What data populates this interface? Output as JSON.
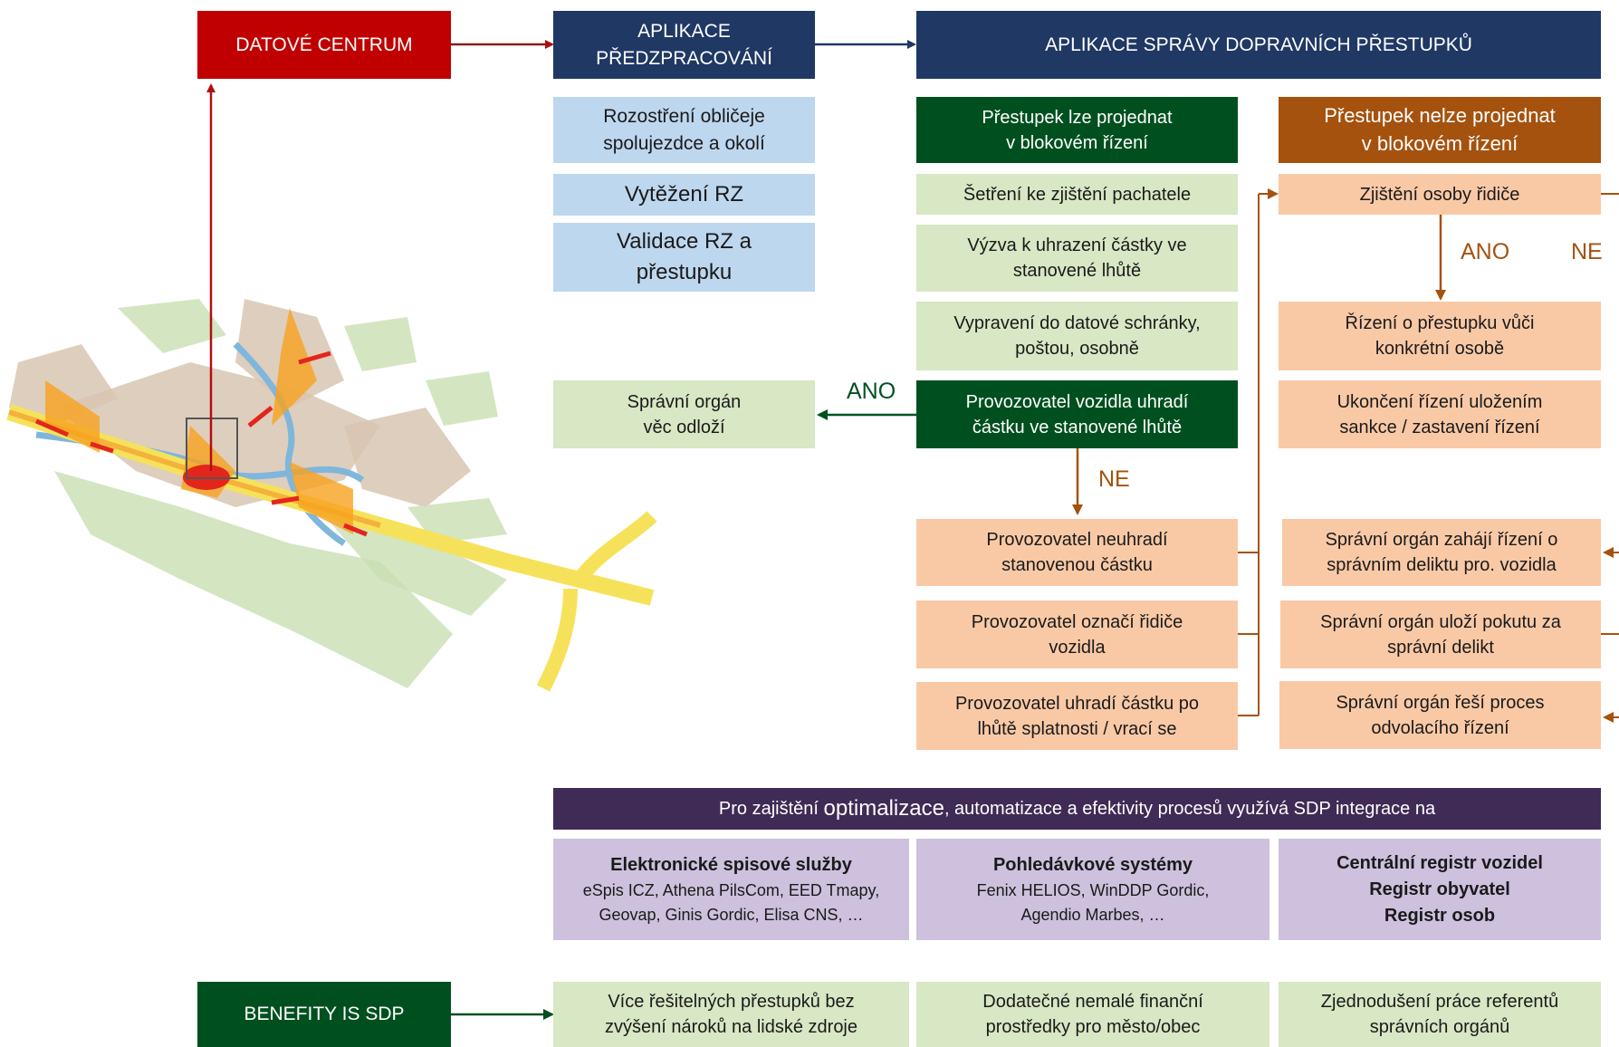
{
  "top": {
    "datacenter": "DATOVÉ CENTRUM",
    "preprocessing": [
      "APLIKACE",
      "PŘEDZPRACOVÁNÍ"
    ],
    "main_app": "APLIKACE SPRÁVY DOPRAVNÍCH PŘESTUPKŮ"
  },
  "preprocess_steps": {
    "blur": [
      "Rozostření obličeje",
      "spolujezdce a okolí"
    ],
    "extract": "Vytěžení RZ",
    "validate": [
      "Validace RZ a",
      "přestupku"
    ]
  },
  "block": {
    "header": [
      "Přestupek lze projednat",
      "v blokovém řízení"
    ],
    "investigation": "Šetření ke zjištění pachatele",
    "payment_call": [
      "Výzva k uhrazení částky ve",
      "stanovené lhůtě"
    ],
    "delivery": [
      "Vypravení do datové schránky,",
      "poštou, osobně"
    ],
    "operator_pays": [
      "Provozovatel vozidla uhradí",
      "částku ve stanovené lhůtě"
    ],
    "dismiss": [
      "Správní orgán",
      "věc odloží"
    ],
    "not_paid": [
      "Provozovatel neuhradí",
      "stanovenou částku"
    ],
    "marks_driver": [
      "Provozovatel označí řidiče",
      "vozidla"
    ],
    "late_payment": [
      "Provozovatel uhradí částku po",
      "lhůtě splatnosti / vrací se"
    ]
  },
  "nonblock": {
    "header": [
      "Přestupek nelze projednat",
      "v blokovém řízení"
    ],
    "identify_driver": "Zjištění osoby řidiče",
    "proceedings": [
      "Řízení o přestupku vůči",
      "konkrétní osobě"
    ],
    "end": [
      "Ukončení řízení uložením",
      "sankce / zastavení řízení"
    ],
    "start_delict": [
      "Správní orgán zahájí řízení o",
      "správním deliktu pro. vozidla"
    ],
    "fine": [
      "Správní orgán uloží pokutu za",
      "správní delikt"
    ],
    "appeal": [
      "Správní orgán řeší proces",
      "odvolacího řízení"
    ]
  },
  "labels": {
    "yes_left": "ANO",
    "no_mid": "NE",
    "yes_right": "ANO",
    "no_right": "NE"
  },
  "integration": {
    "banner_pre": "Pro zajištění ",
    "banner_em": "optimalizace",
    "banner_post": ", automatizace a efektivity procesů využívá SDP integrace na",
    "records_title": "Elektronické spisové služby",
    "records_items": [
      "eSpis ICZ, Athena PilsCom, EED Tmapy,",
      "Geovap, Ginis Gordic, Elisa CNS, …"
    ],
    "claims_title": "Pohledávkové systémy",
    "claims_items": [
      "Fenix HELIOS, WinDDP Gordic,",
      "Agendio Marbes, …"
    ],
    "registers": [
      "Centrální registr vozidel",
      "Registr obyvatel",
      "Registr osob"
    ]
  },
  "benefits": {
    "label": "BENEFITY IS SDP",
    "b1": [
      "Více řešitelných přestupků bez",
      "zvýšení nároků na lidské zdroje"
    ],
    "b2": [
      "Dodatečné nemalé finanční",
      "prostředky pro město/obec"
    ],
    "b3": [
      "Zjednodušení práce referentů",
      "správních orgánů"
    ]
  },
  "colors": {
    "red": "#c00000",
    "navy": "#1f3864",
    "green_dark": "#00501f",
    "brown": "#a5520e",
    "purple": "#3f2b55"
  }
}
